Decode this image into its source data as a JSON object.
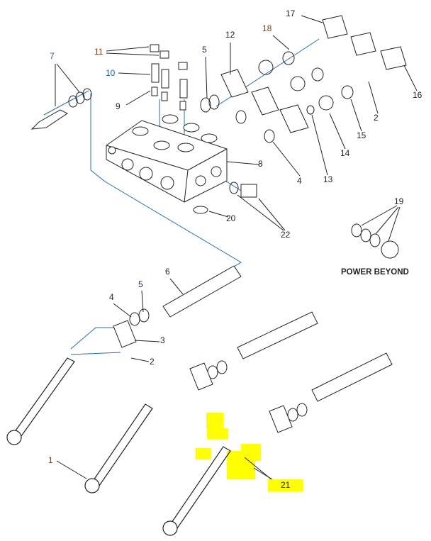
{
  "callouts": {
    "c11": "11",
    "c10": "10",
    "c9": "9",
    "c7": "7",
    "c5a": "5",
    "c12": "12",
    "c18": "18",
    "c17": "17",
    "c16": "16",
    "c2a": "2",
    "c15": "15",
    "c14": "14",
    "c13": "13",
    "c4a": "4",
    "c8": "8",
    "c22": "22",
    "c20": "20",
    "c19": "19",
    "c6": "6",
    "c5b": "5",
    "c4b": "4",
    "c3": "3",
    "c2b": "2",
    "c1": "1",
    "c21": "21"
  },
  "power_beyond_label": "POWER BEYOND",
  "colors": {
    "highlight": "#ffff00",
    "leader_blue": "#1f6fc0",
    "callout_brown": "#8a3a12",
    "callout_blue": "#1f5fa8"
  }
}
